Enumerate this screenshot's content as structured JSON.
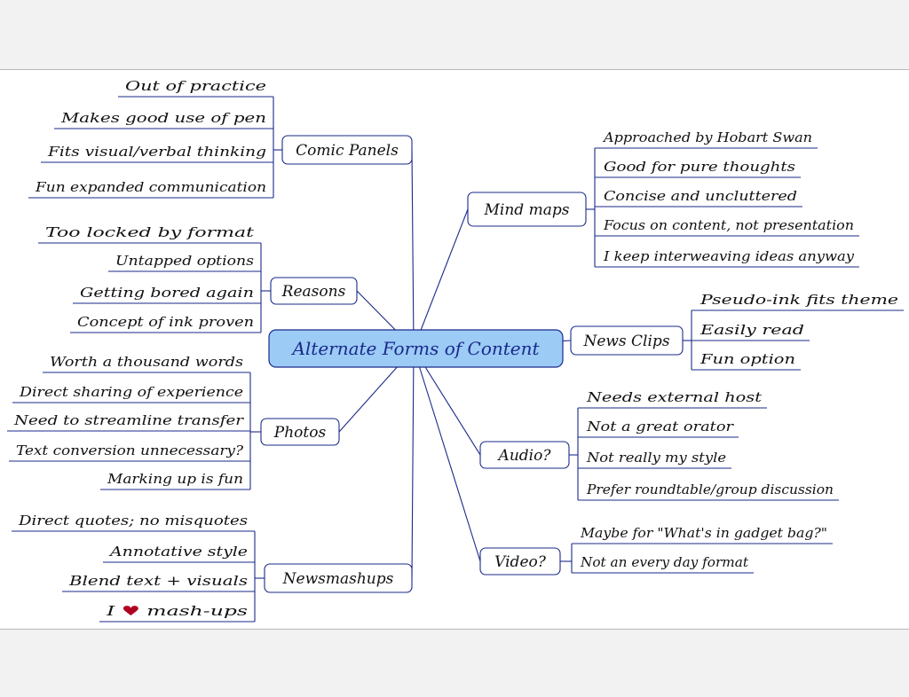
{
  "colors": {
    "line": "#1a2a8a",
    "central_fill": "#9ccbf6",
    "text": "#111111",
    "heart": "#b00020",
    "page_bg": "#f2f2f2",
    "canvas_bg": "#ffffff"
  },
  "central": {
    "label": "Alternate Forms of Content"
  },
  "branches": [
    {
      "id": "comic-panels",
      "label": "Comic Panels",
      "items": [
        "Out of practice",
        "Makes good use of pen",
        "Fits visual/verbal thinking",
        "Fun expanded communication"
      ]
    },
    {
      "id": "reasons",
      "label": "Reasons",
      "items": [
        "Too locked by format",
        "Untapped options",
        "Getting bored again",
        "Concept of ink proven"
      ]
    },
    {
      "id": "photos",
      "label": "Photos",
      "items": [
        "Worth a thousand words",
        "Direct sharing of experience",
        "Need to streamline transfer",
        "Text conversion unnecessary?",
        "Marking up is fun"
      ]
    },
    {
      "id": "newsmashups",
      "label": "Newsmashups",
      "items": [
        "Direct quotes; no misquotes",
        "Annotative style",
        "Blend text + visuals",
        "I ♥ mash-ups"
      ]
    },
    {
      "id": "mind-maps",
      "label": "Mind maps",
      "items": [
        "Approached by Hobart Swan",
        "Good for pure thoughts",
        "Concise and uncluttered",
        "Focus on content, not presentation",
        "I keep interweaving ideas anyway"
      ]
    },
    {
      "id": "news-clips",
      "label": "News Clips",
      "items": [
        "Pseudo-ink fits theme",
        "Easily read",
        "Fun option"
      ]
    },
    {
      "id": "audio",
      "label": "Audio?",
      "items": [
        "Needs external host",
        "Not a great orator",
        "Not really my style",
        "Prefer roundtable/group discussion"
      ]
    },
    {
      "id": "video",
      "label": "Video?",
      "items": [
        "Maybe for \"What's in gadget bag?\"",
        "Not an every day format"
      ]
    }
  ]
}
